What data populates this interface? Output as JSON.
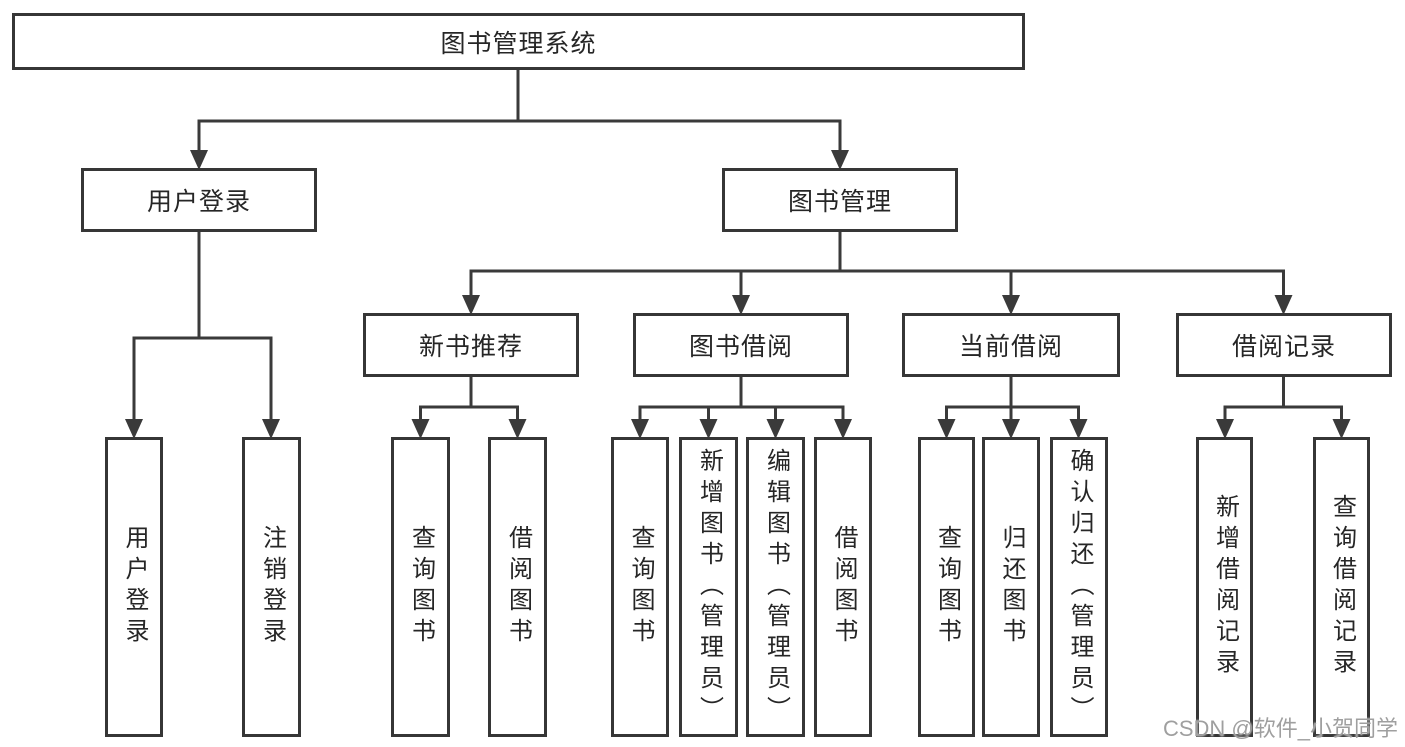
{
  "diagram": {
    "type": "hierarchy-flowchart",
    "colors": {
      "line": "#3a3a3a",
      "border": "#363636",
      "text": "#262626",
      "background": "#ffffff",
      "watermark": "#9f9f9f"
    },
    "root": {
      "label": "图书管理系统"
    },
    "branches": [
      {
        "label": "用户登录",
        "children": [
          {
            "label": "用户登录"
          },
          {
            "label": "注销登录"
          }
        ]
      },
      {
        "label": "图书管理",
        "children": [
          {
            "label": "新书推荐",
            "children": [
              {
                "label": "查询图书"
              },
              {
                "label": "借阅图书"
              }
            ]
          },
          {
            "label": "图书借阅",
            "children": [
              {
                "label": "查询图书"
              },
              {
                "label": "新增图书（管理员）"
              },
              {
                "label": "编辑图书（管理员）"
              },
              {
                "label": "借阅图书"
              }
            ]
          },
          {
            "label": "当前借阅",
            "children": [
              {
                "label": "查询图书"
              },
              {
                "label": "归还图书"
              },
              {
                "label": "确认归还（管理员）"
              }
            ]
          },
          {
            "label": "借阅记录",
            "children": [
              {
                "label": "新增借阅记录"
              },
              {
                "label": "查询借阅记录"
              }
            ]
          }
        ]
      }
    ],
    "watermark": "CSDN @软件_小贺同学"
  }
}
